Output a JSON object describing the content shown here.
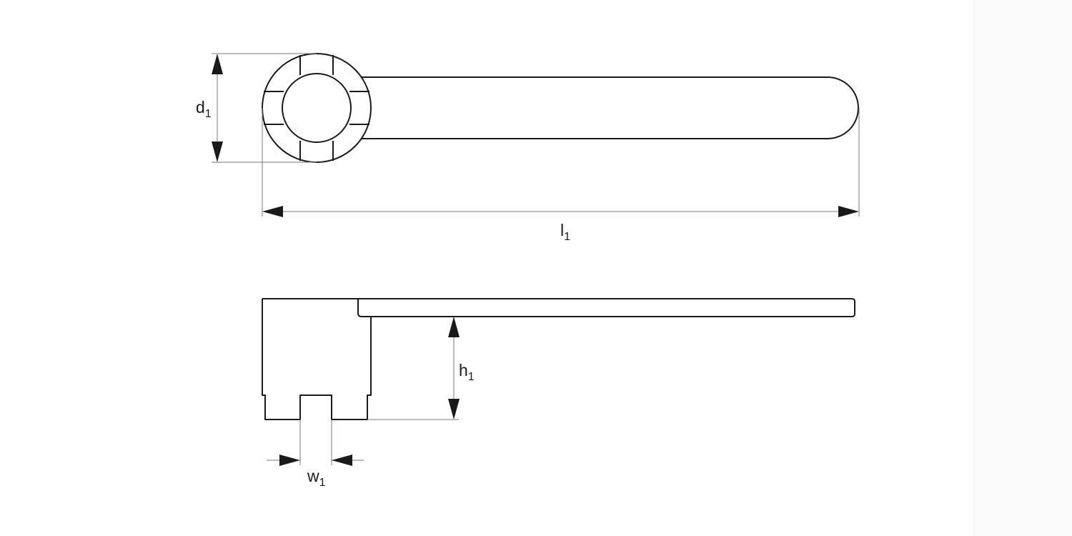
{
  "diagram": {
    "labels": {
      "d1": {
        "main": "d",
        "sub": "1"
      },
      "l1": {
        "main": "l",
        "sub": "1"
      },
      "h1": {
        "main": "h",
        "sub": "1"
      },
      "w1": {
        "main": "w",
        "sub": "1"
      }
    }
  },
  "colors": {
    "line": "#1a1a1a",
    "dimension_line": "#7a7a7a",
    "background": "#ffffff"
  }
}
